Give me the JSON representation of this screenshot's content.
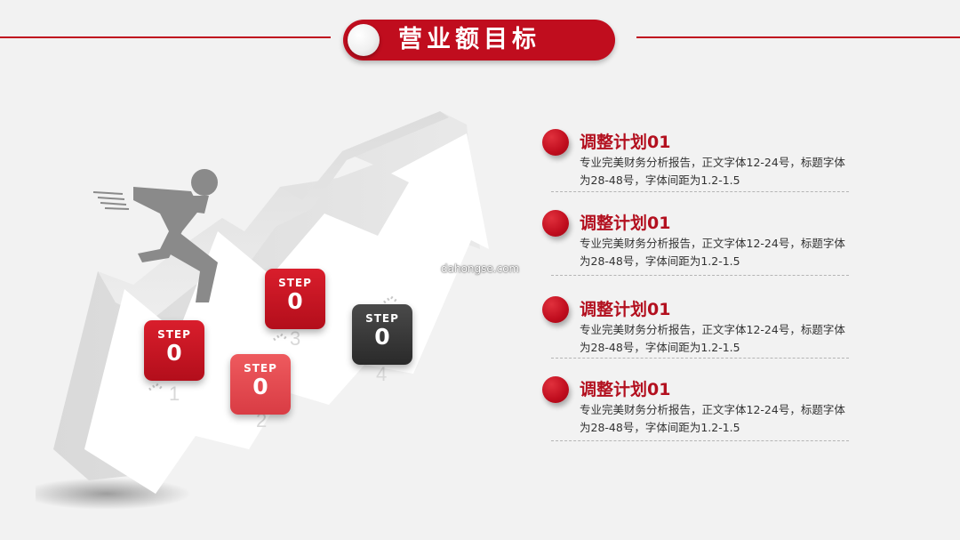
{
  "header": {
    "title": "营业额目标"
  },
  "steps": [
    {
      "label": "STEP",
      "value": "0",
      "color": "#c00d1e"
    },
    {
      "label": "STEP",
      "value": "0",
      "color": "#e64a50"
    },
    {
      "label": "STEP",
      "value": "0",
      "color": "#c00d1e"
    },
    {
      "label": "STEP",
      "value": "0",
      "color": "#3a3a3a"
    }
  ],
  "watermark": "dahongse.com",
  "plans": [
    {
      "title": "调整计划01",
      "body": "专业完美财务分析报告，正文字体12-24号，标题字体为28-48号，字体间距为1.2-1.5"
    },
    {
      "title": "调整计划01",
      "body": "专业完美财务分析报告，正文字体12-24号，标题字体为28-48号，字体间距为1.2-1.5"
    },
    {
      "title": "调整计划01",
      "body": "专业完美财务分析报告，正文字体12-24号，标题字体为28-48号，字体间距为1.2-1.5"
    },
    {
      "title": "调整计划01",
      "body": "专业完美财务分析报告，正文字体12-24号，标题字体为28-48号，字体间距为1.2-1.5"
    }
  ]
}
